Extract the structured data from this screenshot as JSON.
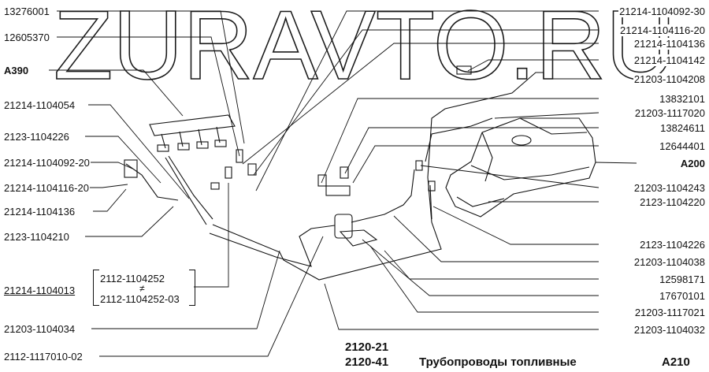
{
  "watermark": "ZURAVTO.RU",
  "labels_left": {
    "l13276001": "13276001",
    "l12605370": "12605370",
    "a390": "A390",
    "l21214_1104054": "21214-1104054",
    "l2123_1104226": "2123-1104226",
    "l21214_1104092_20": "21214-1104092-20",
    "l21214_1104116_20": "21214-1104116-20",
    "l21214_1104136": "21214-1104136",
    "l2123_1104210": "2123-1104210",
    "l21214_1104013": "21214-1104013",
    "l2112_1104252": "2112-1104252",
    "neq": "≠",
    "l2112_1104252_03": "2112-1104252-03",
    "l21203_1104034": "21203-1104034",
    "l2112_1117010_02": "2112-1117010-02"
  },
  "labels_right": {
    "r21214_1104092_30": "21214-1104092-30",
    "r21214_1104116_20": "21214-1104116-20",
    "r21214_1104136": "21214-1104136",
    "r21214_1104142": "21214-1104142",
    "r21203_1104208": "21203-1104208",
    "r13832101": "13832101",
    "r21203_1117020": "21203-1117020",
    "r13824611": "13824611",
    "r12644401": "12644401",
    "a200": "A200",
    "r21203_1104243": "21203-1104243",
    "r2123_1104220": "2123-1104220",
    "r2123_1104226": "2123-1104226",
    "r21203_1104038": "21203-1104038",
    "r12598171": "12598171",
    "r17670101": "17670101",
    "r21203_1117021": "21203-1117021",
    "r21203_1104032": "21203-1104032"
  },
  "title_block": {
    "model_1": "2120-21",
    "model_2": "2120-41",
    "caption": "Трубопроводы топливные",
    "page_code": "A210"
  },
  "colors": {
    "ink": "#111111",
    "watermark": "#1a1a1a",
    "background": "#ffffff"
  }
}
